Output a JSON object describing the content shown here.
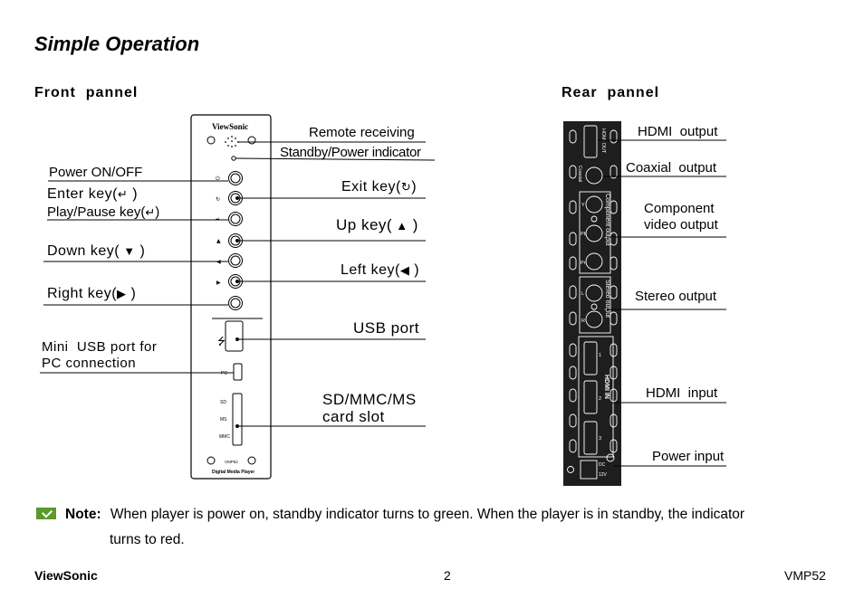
{
  "title": "Simple Operation",
  "front": {
    "heading": "Front  pannel",
    "device": {
      "brand": "ViewSonic",
      "model": "VMP52",
      "subtitle": "Digital Media Player",
      "port_labels": {
        "pc": "PC",
        "sd": "SD",
        "ms": "MS",
        "mmc": "MMC"
      }
    },
    "labels": {
      "remote_receiving": "Remote receiving",
      "standby_indicator": "Standby/Power indicator",
      "power": "Power ON/OFF",
      "enter_key": "Enter key(",
      "play_pause_key": "Play/Pause key(",
      "exit_key": "Exit key(",
      "up_key": "Up key(",
      "down_key": "Down key(",
      "left_key": "Left key(",
      "right_key": "Right key(",
      "usb_port": "USB port",
      "mini_usb_1": "Mini  USB port for",
      "mini_usb_2": "PC connection",
      "card_slot_1": "SD/MMC/MS",
      "card_slot_2": "card slot",
      "close_paren": ")",
      "close_paren_spaced": " )"
    }
  },
  "rear": {
    "heading": "Rear  pannel",
    "labels": {
      "hdmi_output": "HDMI  output",
      "coaxial_output": "Coaxial  output",
      "component_1": "Component",
      "component_2": "video output",
      "stereo_output": "Stereo output",
      "hdmi_input": "HDMI  input",
      "power_input": "Power input"
    },
    "panel_text": {
      "hdmi_out": "HDMI OUT",
      "coaxial": "Coaxial",
      "component_output": "Component output",
      "stereo_output": "Stereo output",
      "hdmi_in": "HDMI IN",
      "y": "Y",
      "pb": "Pb",
      "pr": "Pr",
      "l": "L",
      "r": "R",
      "n1": "1",
      "n2": "2",
      "n3": "3",
      "dc": "DC",
      "v12": "12V"
    }
  },
  "note": {
    "label": "Note:",
    "line1": "When player is power on, standby indicator turns to green. When the player is in standby, the indicator",
    "line2": "turns to red."
  },
  "footer": {
    "brand": "ViewSonic",
    "page": "2",
    "model": "VMP52"
  },
  "colors": {
    "note_icon": "#5a9a2a",
    "panel": "#1e1e1e"
  }
}
